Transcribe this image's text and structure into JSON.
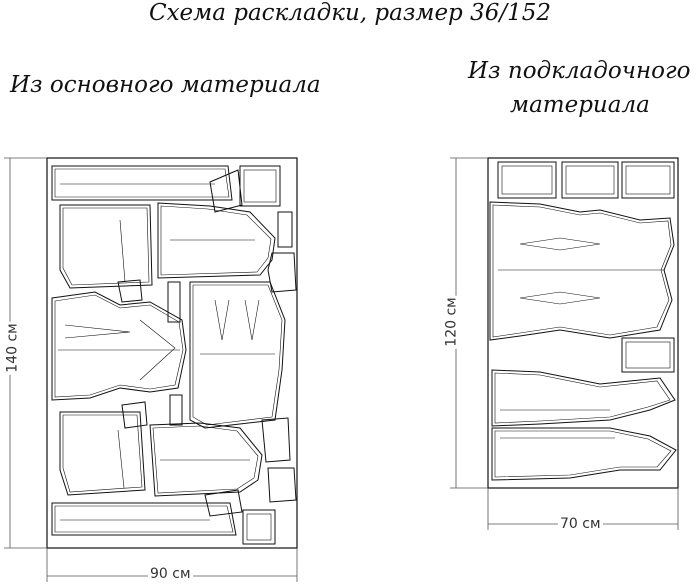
{
  "title": "Схема раскладки, размер 36/152",
  "left_layout": {
    "heading": "Из основного материала",
    "width_label": "90 см",
    "height_label": "140 см"
  },
  "right_layout": {
    "heading_line1": "Из подкладочного",
    "heading_line2": "материала",
    "width_label": "70 см",
    "height_label": "120 см"
  },
  "colors": {
    "ink": "#111111",
    "dim": "#555555",
    "paper": "#ffffff"
  }
}
